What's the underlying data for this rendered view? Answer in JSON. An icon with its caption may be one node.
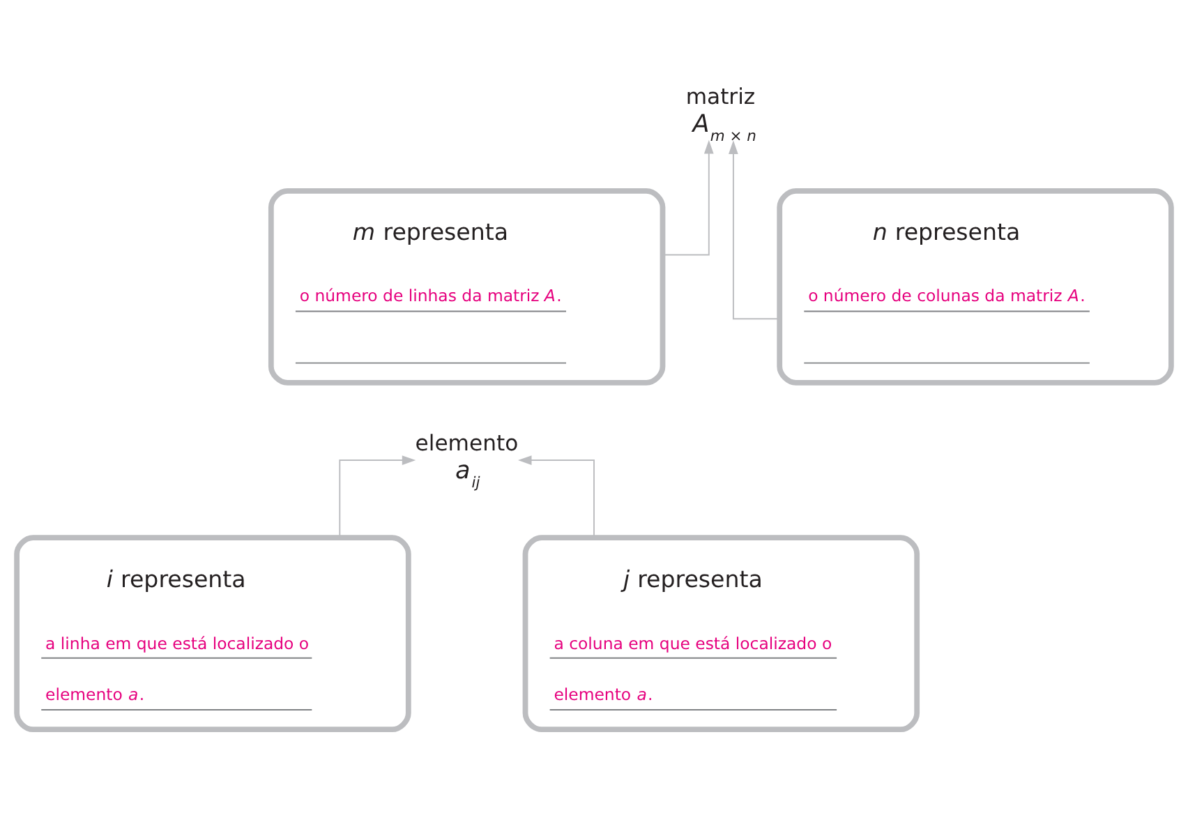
{
  "diagram": {
    "nodes": [
      {
        "text": [
          "matriz",
          "*A*$_{m × n}$"
        ]
      },
      {
        "text": [
          "*m* representa",
          "o número de linhas da matriz *A*."
        ]
      },
      {
        "text": [
          "*n* representa",
          "o número de colunas da matriz *A*."
        ]
      },
      {
        "text": [
          "elemento",
          "*a*$_{ij}$"
        ]
      },
      {
        "text": [
          "*i* representa",
          "a linha em que está localizado o elemento *a*."
        ]
      },
      {
        "text": [
          "*j* representa",
          "a coluna em que está localizado o elemento *a*."
        ]
      }
    ],
    "edges": [
      {
        "from": 1,
        "to": 0,
        "arrow": "to"
      },
      {
        "from": 2,
        "to": 0,
        "arrow": "to"
      },
      {
        "from": 4,
        "to": 3,
        "arrow": "to"
      },
      {
        "from": 5,
        "to": 3,
        "arrow": "to"
      }
    ]
  }
}
